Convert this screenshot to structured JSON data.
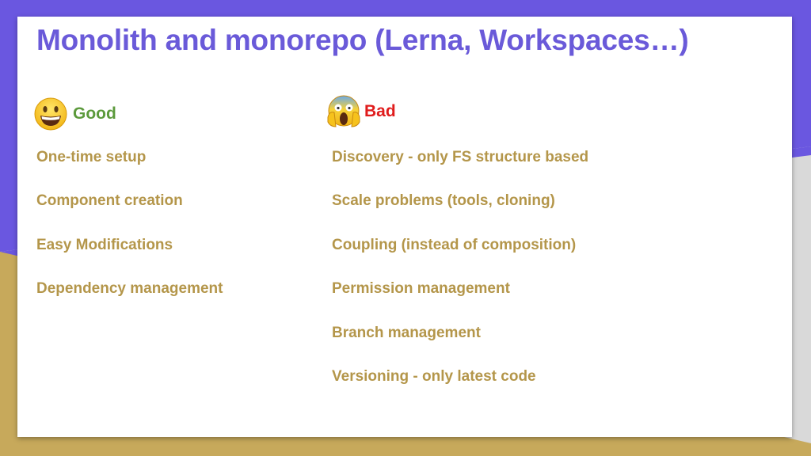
{
  "title": "Monolith and monorepo (Lerna, Workspaces…)",
  "colors": {
    "title": "#6a5ad9",
    "good": "#5c9a3c",
    "bad": "#e01c1c",
    "item_text": "#b4964a",
    "bg_purple": "#6a57e0",
    "bg_gold": "#c7a95b",
    "bg_gray": "#d9d9d9"
  },
  "good": {
    "icon": "grinning-face-icon",
    "label": "Good",
    "items": [
      "One-time setup",
      "Component creation",
      "Easy Modifications",
      "Dependency management"
    ]
  },
  "bad": {
    "icon": "screaming-face-icon",
    "label": "Bad",
    "items": [
      "Discovery - only FS structure based",
      "Scale problems (tools, cloning)",
      "Coupling (instead of composition)",
      "Permission management",
      "Branch management",
      "Versioning - only latest code"
    ]
  }
}
